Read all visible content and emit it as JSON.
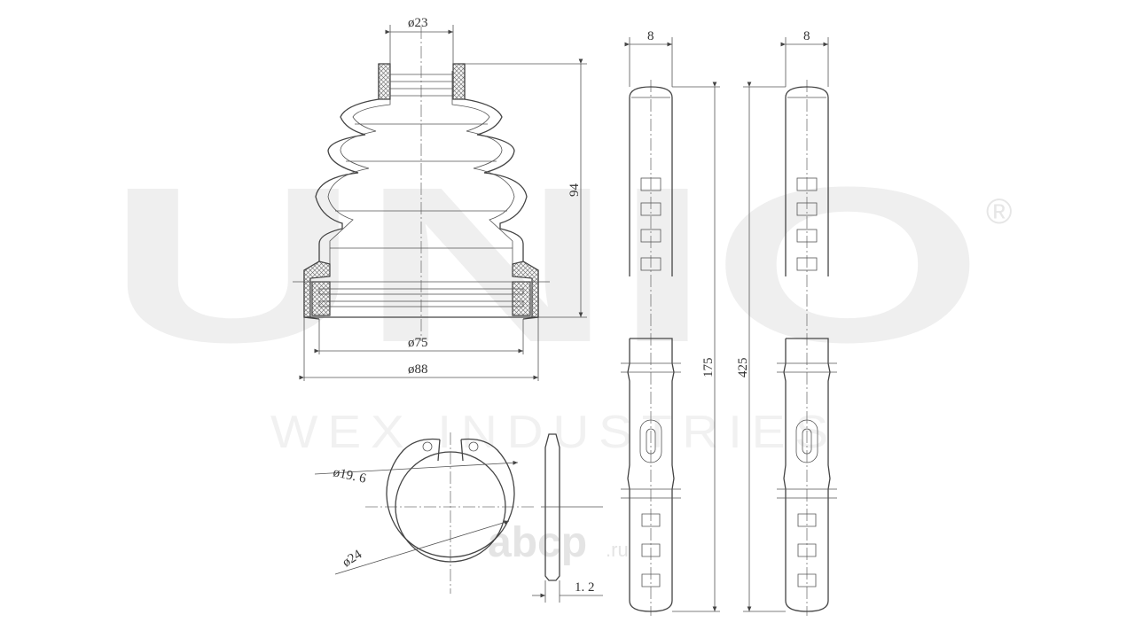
{
  "watermark": {
    "logo_text": "UNIO",
    "registered_mark": "®",
    "company": "WEX INDUSTRIES",
    "site_brand": "abcp",
    "site_tld": ".ru"
  },
  "dimensions": {
    "boot_small_diameter": "ø23",
    "boot_height": "94",
    "boot_inner_diameter": "ø75",
    "boot_outer_diameter": "ø88",
    "clamp_width_short": "8",
    "clamp_width_long": "8",
    "clamp_length_short": "175",
    "clamp_length_long": "425",
    "ring_inner_diameter": "ø19. 6",
    "ring_outer_diameter": "ø24",
    "ring_thickness": "1. 2"
  }
}
